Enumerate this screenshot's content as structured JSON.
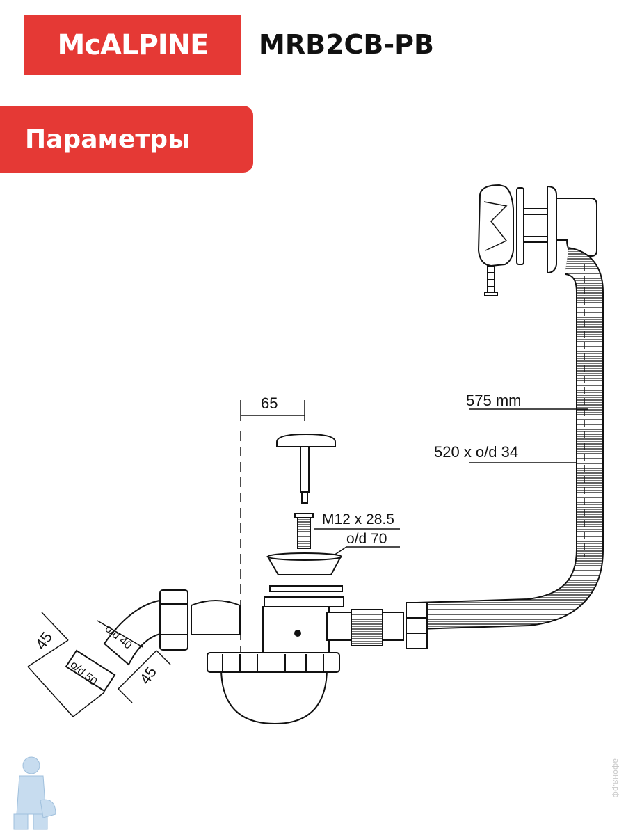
{
  "brand": {
    "logo_text": "McALPINE",
    "model": "MRB2CB-PB"
  },
  "section": {
    "title": "Параметры"
  },
  "dimensions": {
    "d65": "65",
    "d575": "575 mm",
    "d520": "520 x o/d 34",
    "dM12": "M12 x 28.5",
    "dod70": "o/d 70",
    "dod40": "o/d 40",
    "dod50": "o/d 50",
    "d45a": "45",
    "d45b": "45"
  },
  "watermark": "афоня.рф",
  "colors": {
    "accent": "#e53935",
    "ink": "#111111"
  }
}
